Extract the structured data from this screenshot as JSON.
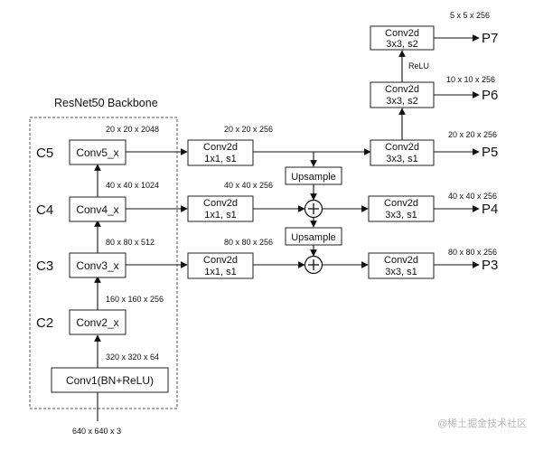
{
  "backbone": {
    "title": "ResNet50 Backbone",
    "input_dim": "640 x 640 x 3",
    "stem": {
      "label": "Conv1(BN+ReLU)",
      "out_dim": "320 x 320 x 64"
    },
    "stages": [
      {
        "level": "C2",
        "label": "Conv2_x",
        "out_dim": "160 x 160 x 256"
      },
      {
        "level": "C3",
        "label": "Conv3_x",
        "out_dim": "80 x 80 x 512"
      },
      {
        "level": "C4",
        "label": "Conv4_x",
        "out_dim": "40 x 40 x 1024"
      },
      {
        "level": "C5",
        "label": "Conv5_x",
        "out_dim": "20 x 20 x 2048"
      }
    ]
  },
  "lateral": [
    {
      "line1": "Conv2d",
      "line2": "1x1, s1",
      "out_dim": "20 x 20 x 256"
    },
    {
      "line1": "Conv2d",
      "line2": "1x1, s1",
      "out_dim": "40 x 40 x 256"
    },
    {
      "line1": "Conv2d",
      "line2": "1x1, s1",
      "out_dim": "80 x 80 x 256"
    }
  ],
  "upsample": [
    "Upsample",
    "Upsample"
  ],
  "merge_symbol": "+",
  "outputs": [
    {
      "line1": "Conv2d",
      "line2": "3x3, s1",
      "level": "P5",
      "out_dim": "20 x 20 x 256"
    },
    {
      "line1": "Conv2d",
      "line2": "3x3, s1",
      "level": "P4",
      "out_dim": "40 x 40 x 256"
    },
    {
      "line1": "Conv2d",
      "line2": "3x3, s1",
      "level": "P3",
      "out_dim": "80 x 80 x 256"
    }
  ],
  "extra": [
    {
      "line1": "Conv2d",
      "line2": "3x3, s2",
      "level": "P6",
      "out_dim": "10 x 10 x 256"
    },
    {
      "line1": "Conv2d",
      "line2": "3x3, s2",
      "level": "P7",
      "out_dim": "5 x 5 x 256"
    }
  ],
  "relu_label": "ReLU",
  "watermark": "@稀土掘金技术社区"
}
